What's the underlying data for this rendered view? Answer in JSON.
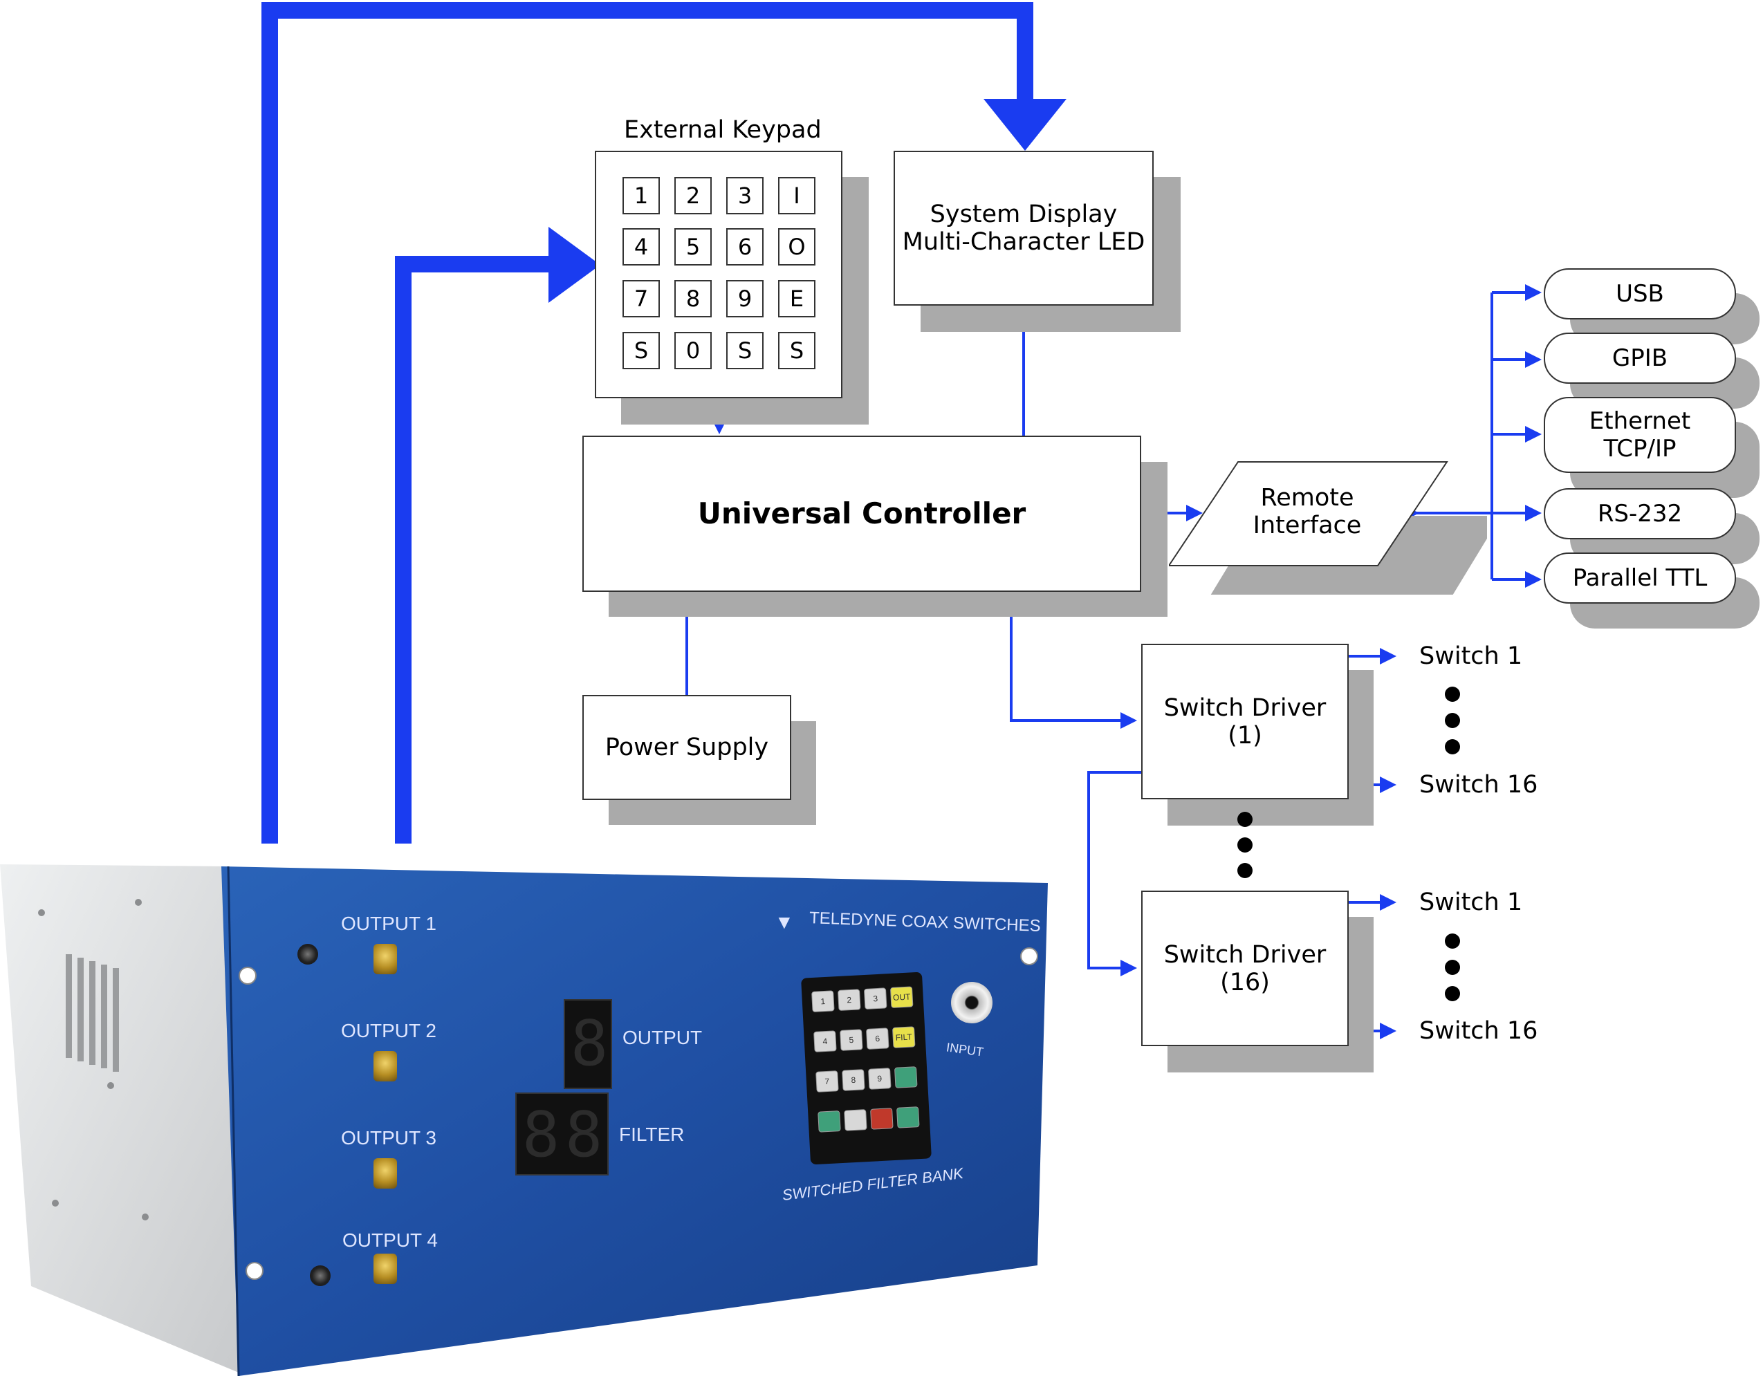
{
  "colors": {
    "wire": "#1a3cf0",
    "shadow": "#aaaaaa",
    "panel": "#1f4fa3",
    "chassis": "#d9dadb"
  },
  "keypad": {
    "title": "External Keypad",
    "keys": [
      "1",
      "2",
      "3",
      "I",
      "4",
      "5",
      "6",
      "O",
      "7",
      "8",
      "9",
      "E",
      "S",
      "0",
      "S",
      "S"
    ]
  },
  "system_display": {
    "line1": "System Display",
    "line2": "Multi-Character LED"
  },
  "universal_controller": "Universal Controller",
  "power_supply": "Power Supply",
  "remote_interface": {
    "line1": "Remote",
    "line2": "Interface"
  },
  "interfaces": [
    "USB",
    "GPIB",
    "Ethernet TCP/IP",
    "RS-232",
    "Parallel TTL"
  ],
  "switch_driver_1": {
    "line1": "Switch Driver",
    "line2": "(1)"
  },
  "switch_driver_16": {
    "line1": "Switch Driver",
    "line2": "(16)"
  },
  "switch_labels": {
    "first": "Switch 1",
    "last": "Switch 16"
  },
  "device": {
    "outputs": [
      "OUTPUT 1",
      "OUTPUT 2",
      "OUTPUT 3",
      "OUTPUT 4"
    ],
    "brand": "TELEDYNE COAX SWITCHES",
    "output_label": "OUTPUT",
    "filter_label": "FILTER",
    "input_label": "INPUT",
    "product_label": "SWITCHED FILTER BANK",
    "front_keys": [
      "1",
      "2",
      "3",
      "OUT",
      "4",
      "5",
      "6",
      "FILT",
      "7",
      "8",
      "9",
      "",
      "",
      "",
      "",
      ""
    ]
  }
}
